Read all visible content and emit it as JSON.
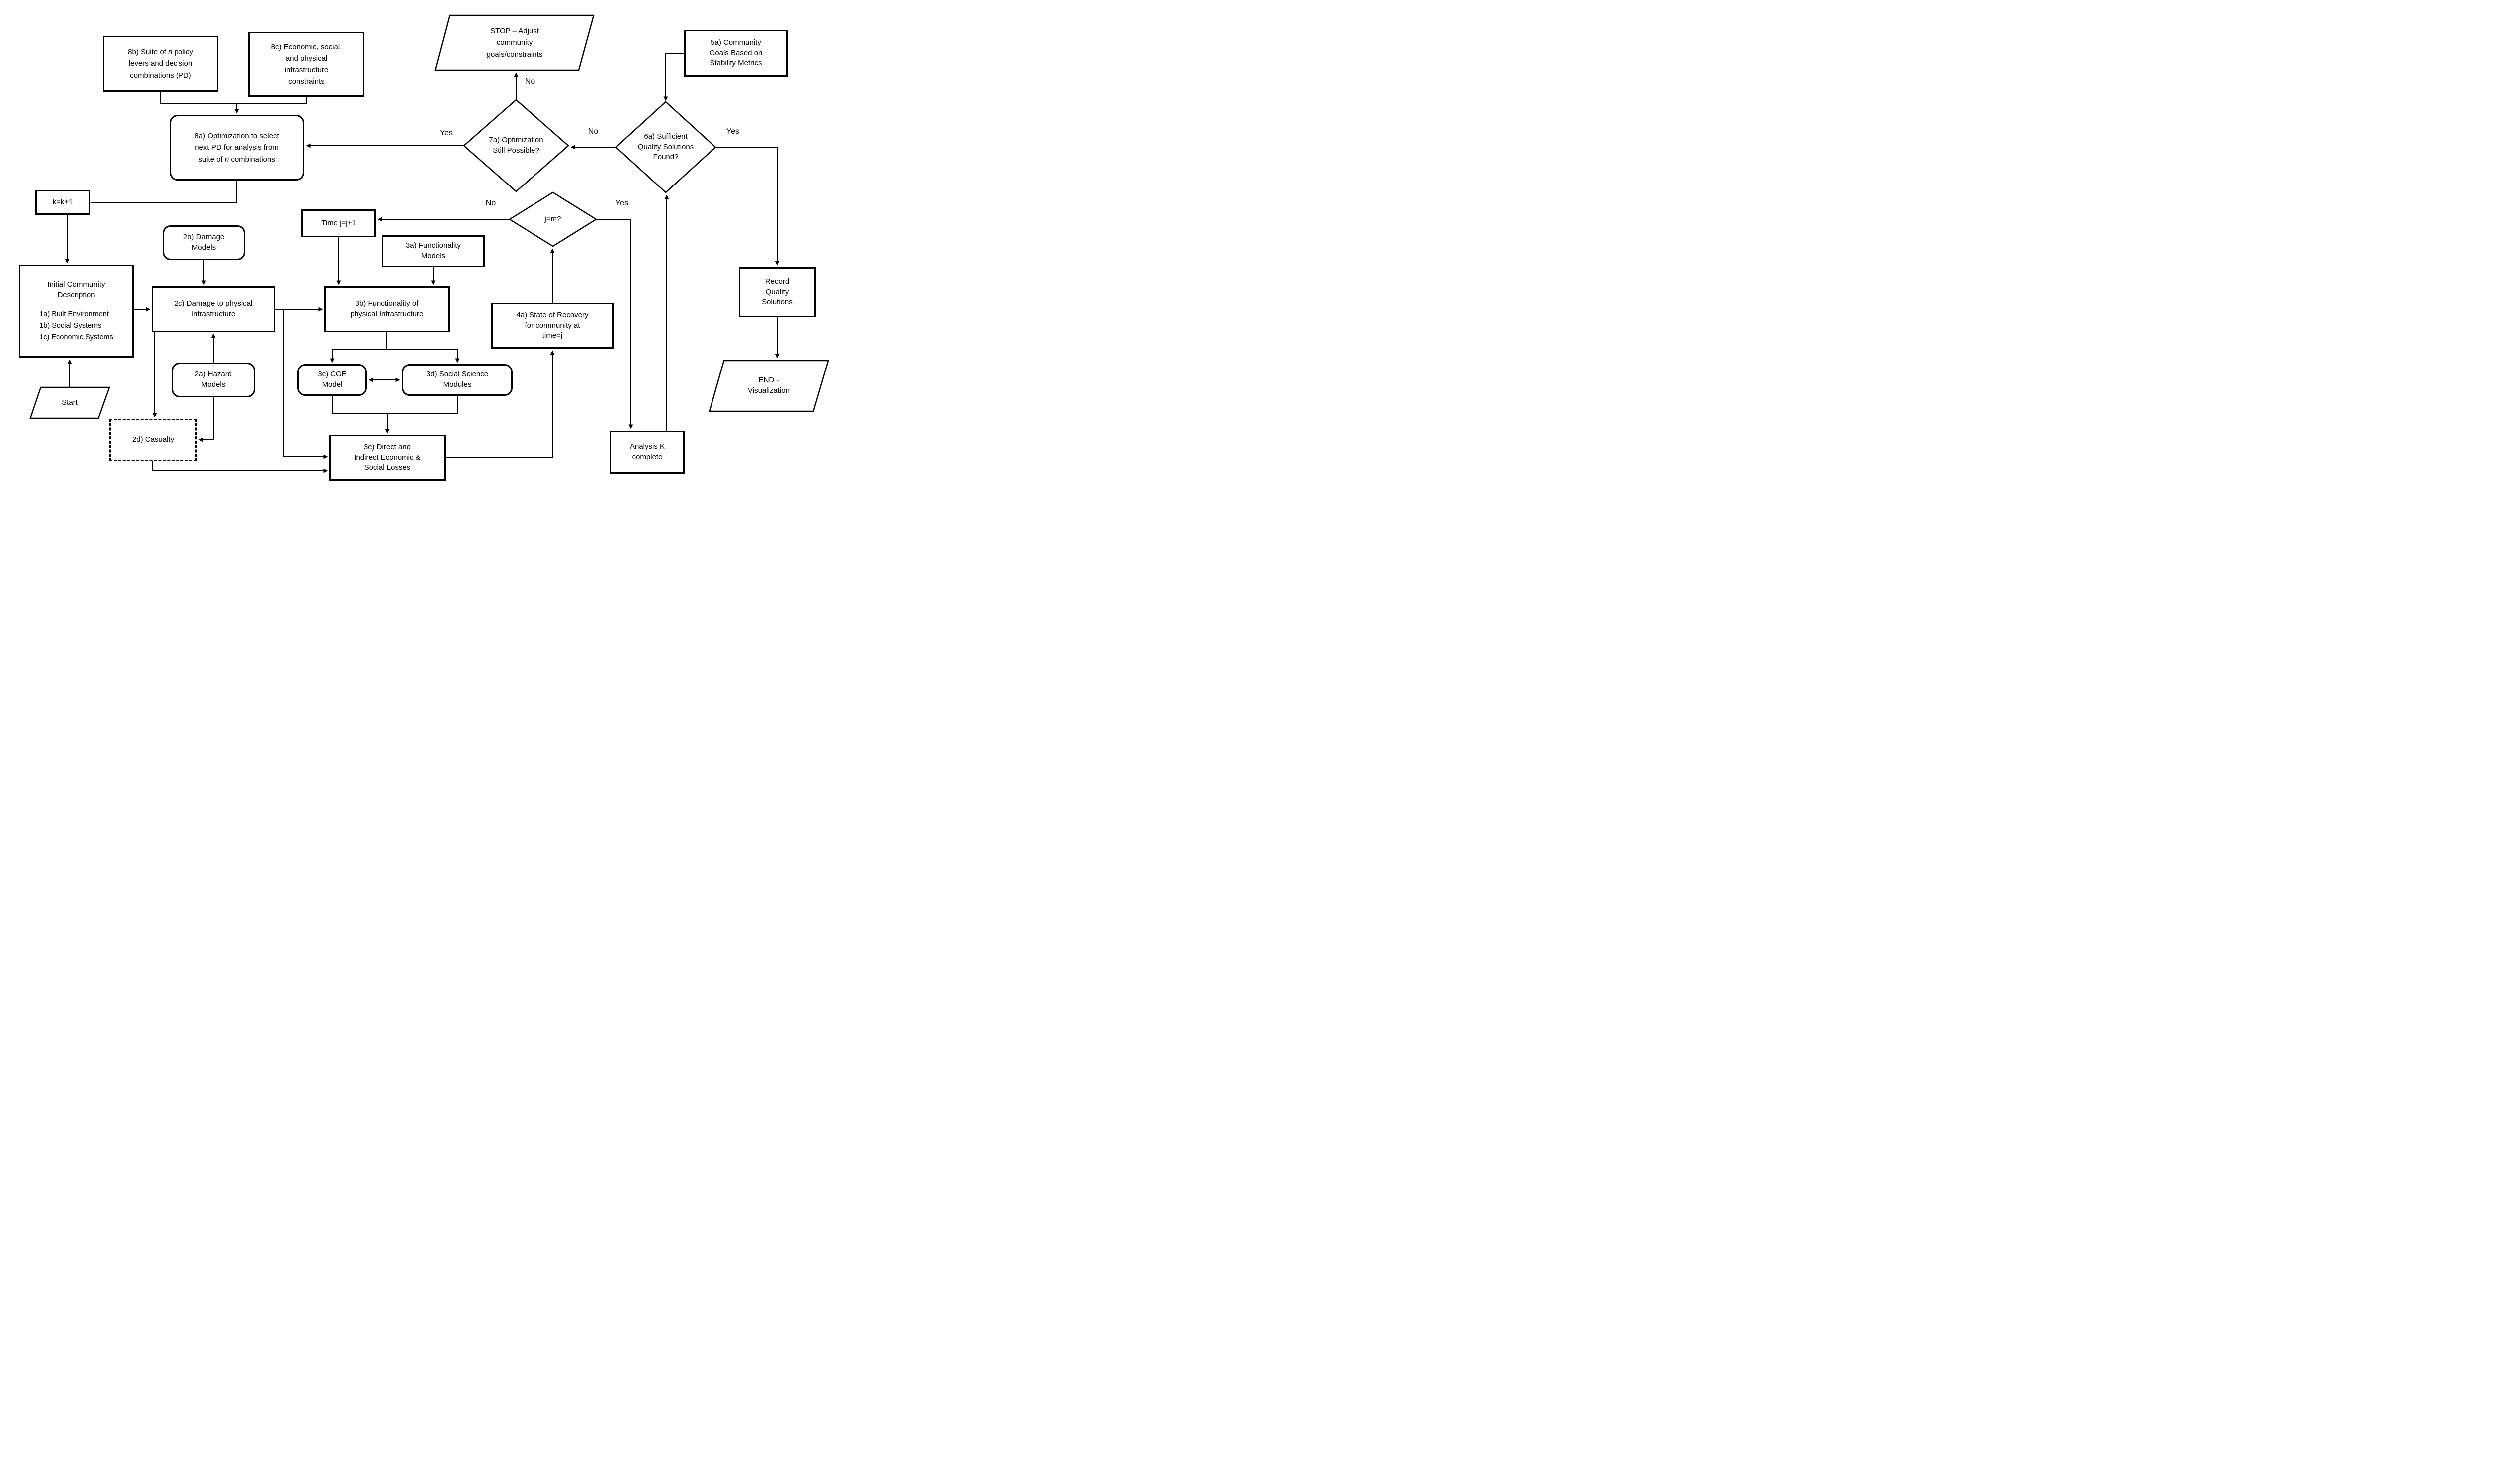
{
  "diagram": {
    "nodes": {
      "n8b": {
        "pre": "8b) Suite of ",
        "n": "n",
        "post": " policy levers and decision combinations (PD)"
      },
      "n8c": {
        "label": "8c) Economic, social,\nand physical\ninfrastructure\nconstraints"
      },
      "n8a": {
        "pre": "8a) Optimization to select next PD for analysis from suite of ",
        "n": "n",
        "post": " combinations"
      },
      "stop": {
        "label": "STOP – Adjust\ncommunity\ngoals/constraints"
      },
      "d7a": {
        "label": "7a) Optimization\nStill Possible?"
      },
      "n5a": {
        "label": "5a) Community\nGoals Based on\nStability Metrics"
      },
      "d6a": {
        "label": "6a) Sufficient\nQuality Solutions\nFound?"
      },
      "nk": {
        "label": "k=k+1"
      },
      "n2b": {
        "label": "2b) Damage\nModels"
      },
      "ntime": {
        "label": "Time j=j+1"
      },
      "n3a": {
        "label": "3a) Functionality\nModels"
      },
      "djm": {
        "label": "j=m?"
      },
      "icd": {
        "title": "Initial Community\nDescription",
        "items": [
          "1a) Built Environment",
          "1b) Social Systems",
          "1c) Economic Systems"
        ]
      },
      "n2c": {
        "label": "2c) Damage to physical\nInfrastructure"
      },
      "n3b": {
        "label": "3b) Functionality of\nphysical Infrastructure"
      },
      "n4a": {
        "label": "4a) State of Recovery\nfor community at\ntime=j"
      },
      "record": {
        "label": "Record\nQuality\nSolutions"
      },
      "n2a": {
        "label": "2a) Hazard\nModels"
      },
      "n3c": {
        "label": "3c) CGE\nModel"
      },
      "n3d": {
        "label": "3d) Social Science\nModules"
      },
      "nstart": {
        "label": "Start"
      },
      "n2d": {
        "label": "2d) Casualty"
      },
      "n3e": {
        "label": "3e) Direct and\nIndirect Economic &\nSocial Losses"
      },
      "analysis": {
        "label": "Analysis K\ncomplete"
      },
      "nend": {
        "label": "END -\nVisualization"
      }
    },
    "edge_labels": {
      "yes_7a": "Yes",
      "no_stop": "No",
      "no_6a": "No",
      "yes_6a": "Yes",
      "no_jm": "No",
      "yes_jm": "Yes"
    },
    "colors": {
      "stroke": "#000000",
      "background": "#ffffff"
    }
  }
}
